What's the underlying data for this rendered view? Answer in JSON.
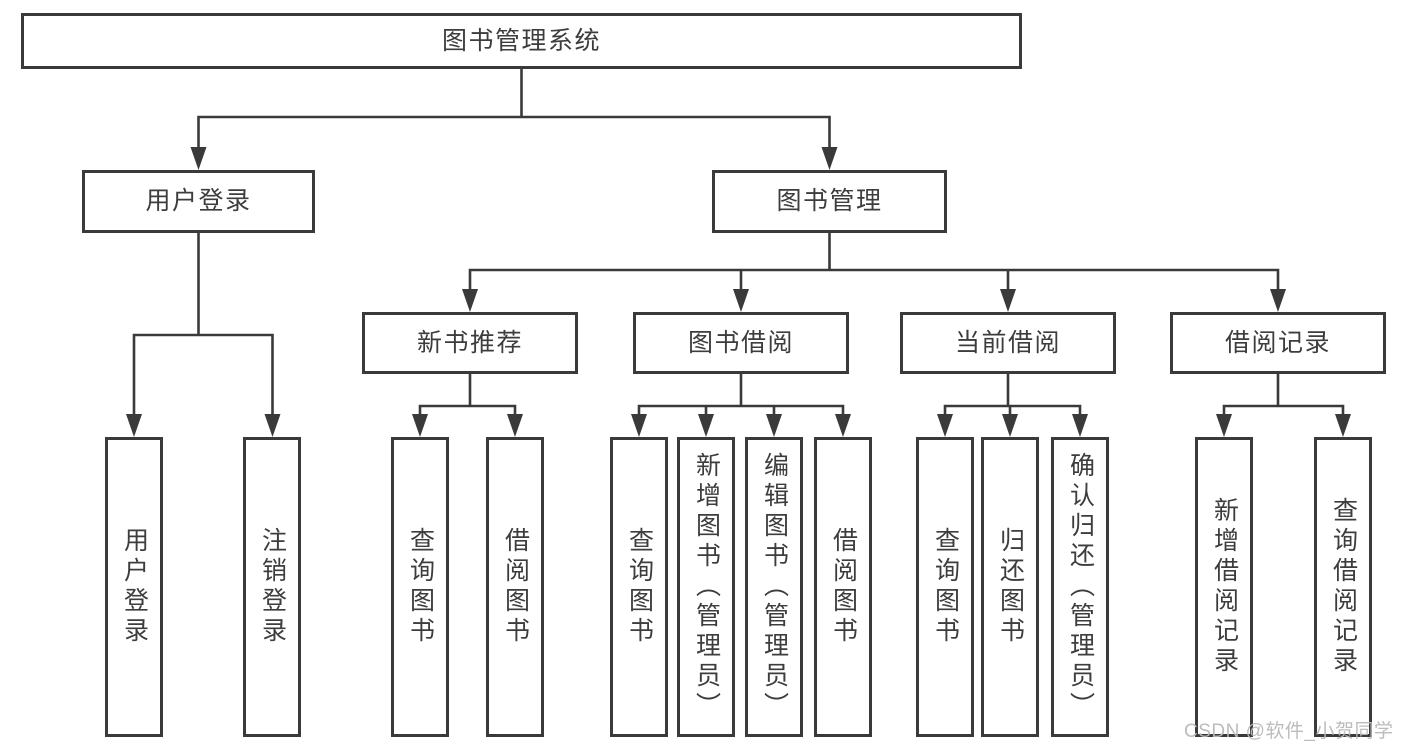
{
  "diagram": {
    "root": {
      "label": "图书管理系统"
    },
    "user_login": {
      "label": "用户登录",
      "children": {
        "login": "用户登录",
        "logout": "注销登录"
      }
    },
    "book_mgmt": {
      "label": "图书管理"
    },
    "new_books": {
      "label": "新书推荐",
      "children": {
        "query": "查询图书",
        "borrow": "借阅图书"
      }
    },
    "borrowing": {
      "label": "图书借阅",
      "children": {
        "query": "查询图书",
        "add": "新增图书（管理员）",
        "edit": "编辑图书（管理员）",
        "borrow": "借阅图书"
      }
    },
    "current": {
      "label": "当前借阅",
      "children": {
        "query": "查询图书",
        "return": "归还图书",
        "confirm": "确认归还（管理员）"
      }
    },
    "records": {
      "label": "借阅记录",
      "children": {
        "add": "新增借阅记录",
        "query": "查询借阅记录"
      }
    }
  },
  "watermark": {
    "text": "CSDN @软件_小贺同学"
  },
  "colors": {
    "stroke": "#3a3a3a",
    "text": "#3d3d3d",
    "background": "#ffffff",
    "watermark": "#b8b8b8"
  }
}
